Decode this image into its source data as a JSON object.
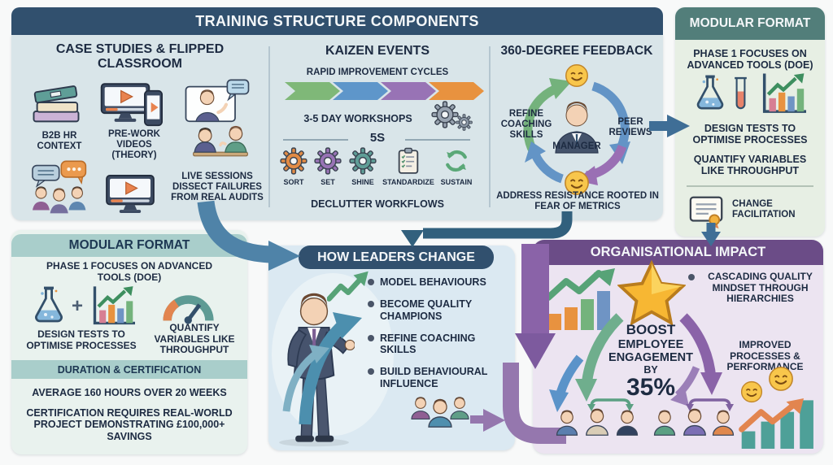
{
  "banner": {
    "title": "TRAINING STRUCTURE COMPONENTS"
  },
  "case_studies": {
    "title": "CASE STUDIES & FLIPPED CLASSROOM",
    "label_b2b": "B2B HR CONTEXT",
    "label_prework": "PRE-WORK VIDEOS (THEORY)",
    "label_live": "LIVE SESSIONS DISSECT FAILURES FROM REAL AUDITS"
  },
  "kaizen": {
    "title": "KAIZEN EVENTS",
    "subtitle": "RAPID IMPROVEMENT CYCLES",
    "workshops": "3-5 DAY WORKSHOPS",
    "five_s": "5S",
    "steps": [
      "SORT",
      "SET",
      "SHINE",
      "STANDARDIZE",
      "SUSTAIN"
    ],
    "footer": "DECLUTTER WORKFLOWS"
  },
  "feedback": {
    "title": "360-DEGREE FEEDBACK",
    "left": "REFINE COACHING SKILLS",
    "right": "PEER REVIEWS",
    "center": "MANAGER",
    "footer": "ADDRESS RESISTANCE ROOTED IN FEAR OF METRICS"
  },
  "modular_right": {
    "title": "MODULAR FORMAT",
    "phase": "PHASE 1 FOCUSES ON ADVANCED TOOLS (DOE)",
    "design": "DESIGN TESTS TO OPTIMISE PROCESSES",
    "quantify": "QUANTIFY VARIABLES LIKE THROUGHPUT",
    "change": "CHANGE FACILITATION"
  },
  "modular_left": {
    "title": "MODULAR FORMAT",
    "phase": "PHASE 1 FOCUSES ON ADVANCED TOOLS (DOE)",
    "plus": "+",
    "design": "DESIGN TESTS TO OPTIMISE PROCESSES",
    "quantify": "QUANTIFY VARIABLES LIKE THROUGHPUT",
    "duration_title": "DURATION & CERTIFICATION",
    "duration_line1": "AVERAGE 160 HOURS OVER 20 WEEKS",
    "duration_line2": "CERTIFICATION REQUIRES REAL-WORLD PROJECT DEMONSTRATING £100,000+ SAVINGS"
  },
  "leaders": {
    "title": "HOW LEADERS CHANGE",
    "bullets": [
      "MODEL BEHAVIOURS",
      "BECOME QUALITY CHAMPIONS",
      "REFINE COACHING SKILLS",
      "BUILD BEHAVIOURAL INFLUENCE"
    ]
  },
  "impact": {
    "title": "ORGANISATIONAL IMPACT",
    "bullets": [
      "CASCADING QUALITY MINDSET THROUGH HIERARCHIES",
      "IMPROVED PROCESSES & PERFORMANCE"
    ],
    "boost_lines": [
      "BOOST",
      "EMPLOYEE",
      "ENGAGEMENT",
      "BY"
    ],
    "boost_value": "35%"
  },
  "colors": {
    "banner_blue": "#31506e",
    "top_panel_blue": "#d9e5e9",
    "teal_header": "#527e7a",
    "teal_band": "#a9cecb",
    "mint_panel": "#e9f2ee",
    "sage_panel": "#e7efe4",
    "leaders_panel": "#dbe9f2",
    "lavender_panel": "#ece4f1",
    "purple_header": "#6b4c87",
    "arrow_blue": "#4f83a8",
    "arrow_purple": "#8a63a8",
    "green": "#74b27c",
    "orange": "#e8923f"
  }
}
